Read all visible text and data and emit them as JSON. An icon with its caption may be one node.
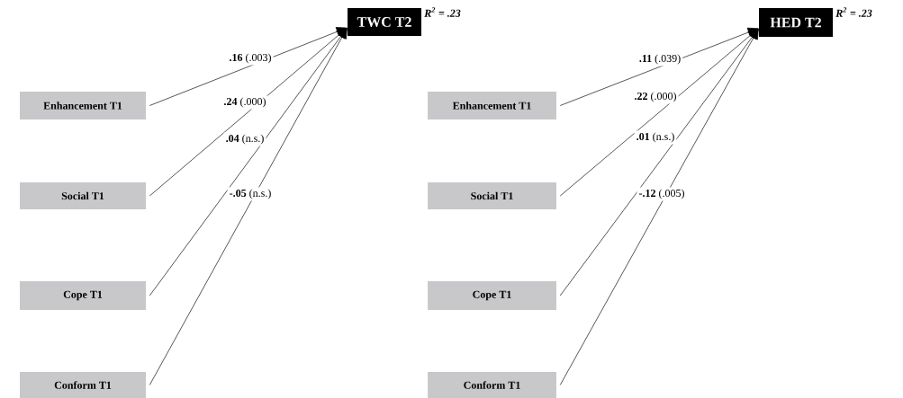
{
  "diagram": {
    "nodes": [
      {
        "text": [
          "TWC T2"
        ],
        "beside": [
          "R$^{2}$ = .23"
        ]
      },
      {
        "text": [
          "Enhancement T1"
        ]
      },
      {
        "text": [
          "Social T1"
        ]
      },
      {
        "text": [
          "Cope T1"
        ]
      },
      {
        "text": [
          "Conform T1"
        ]
      },
      {
        "text": [
          "HED T2"
        ],
        "beside": [
          "R$^{2}$ = .23"
        ]
      },
      {
        "text": [
          "Enhancement T1"
        ]
      },
      {
        "text": [
          "Social T1"
        ]
      },
      {
        "text": [
          "Cope T1"
        ]
      },
      {
        "text": [
          "Conform T1"
        ]
      }
    ],
    "edges": [
      {
        "from": 1,
        "to": 0,
        "arrow": "to",
        "label": "**.16** (.003)"
      },
      {
        "from": 2,
        "to": 0,
        "arrow": "to",
        "label": "**.24** (.000)"
      },
      {
        "from": 3,
        "to": 0,
        "arrow": "to",
        "label": "**.04** (n.s.)"
      },
      {
        "from": 4,
        "to": 0,
        "arrow": "to",
        "label": "**-.05** (n.s.)"
      },
      {
        "from": 6,
        "to": 5,
        "arrow": "to",
        "label": "**.11** (.039)"
      },
      {
        "from": 7,
        "to": 5,
        "arrow": "to",
        "label": "**.22** (.000)"
      },
      {
        "from": 8,
        "to": 5,
        "arrow": "to",
        "label": "**.01** (n.s.)"
      },
      {
        "from": 9,
        "to": 5,
        "arrow": "to",
        "label": "**-.12** (.005)"
      }
    ]
  }
}
